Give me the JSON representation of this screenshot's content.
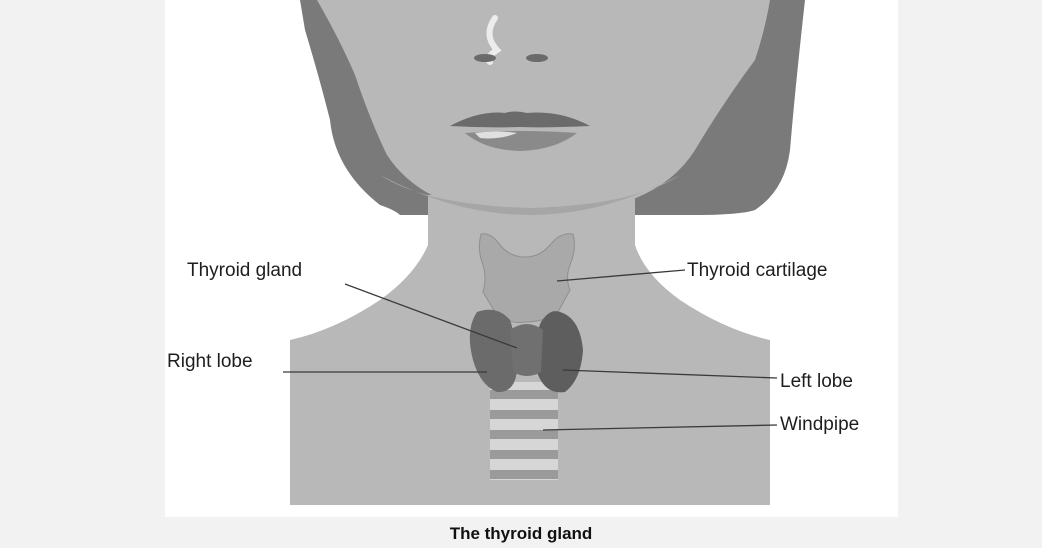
{
  "labels": {
    "thyroid_gland": "Thyroid gland",
    "thyroid_cartilage": "Thyroid cartilage",
    "right_lobe": "Right lobe",
    "left_lobe": "Left lobe",
    "windpipe": "Windpipe"
  },
  "caption": "The thyroid gland",
  "colors": {
    "background": "#f2f2f2",
    "figure_background": "#ffffff",
    "skin": "#b8b8b8",
    "hair": "#7a7a7a",
    "thyroid": "#6b6b6b",
    "cartilage": "#a9a9a9",
    "windpipe": "#d0d0d0"
  }
}
